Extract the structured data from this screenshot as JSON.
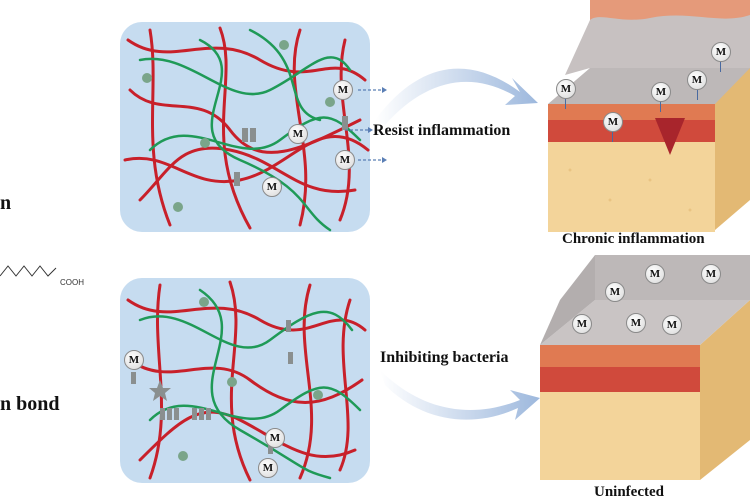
{
  "left_labels": {
    "top_cut": "n",
    "bottom_cut": "n bond",
    "chem_tail": "COOH"
  },
  "top_row": {
    "arrow_label": "Resist inflammation",
    "skin_label": "Chronic inflammation"
  },
  "bottom_row": {
    "arrow_label": "Inhibiting bacteria",
    "skin_label": "Uninfected"
  },
  "marker_letter": "M",
  "colors": {
    "hydrogel_bg": "#c6dcf0",
    "red_fiber": "#c8202a",
    "green_fiber": "#1f9a57",
    "arrow": "#a9c2e2",
    "skin_gray": "#bdb8b8",
    "skin_red": "#d04a3c",
    "skin_fat": "#f3d49a"
  }
}
